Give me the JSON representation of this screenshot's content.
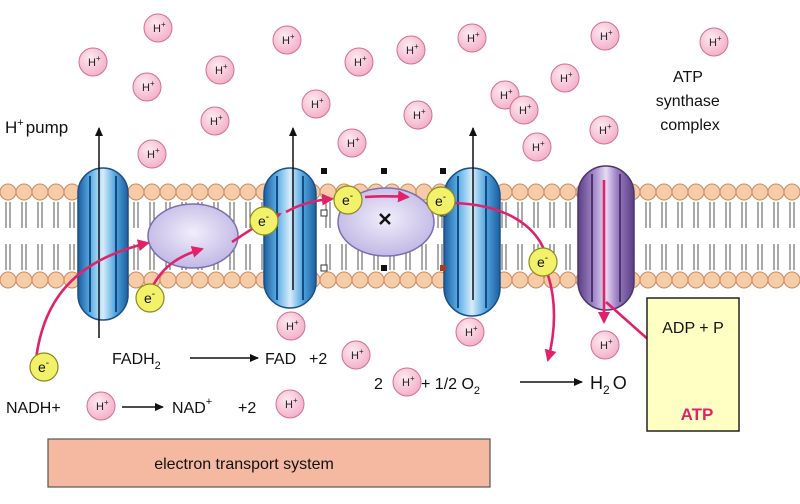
{
  "labels": {
    "h_pump_h": "H",
    "h_pump_sup": "+",
    "h_pump_word": "pump",
    "atp_synthase_1": "ATP",
    "atp_synthase_2": "synthase",
    "atp_synthase_3": "complex",
    "fadh2_main": "FADH",
    "fadh2_sub": "2",
    "fad": "FAD",
    "plus2_fad": "+2",
    "nadh": "NADH+",
    "nad_main": "NAD",
    "nad_sup": "+",
    "nad_plus2": "+2",
    "water_coef": "2",
    "water_mid": "+ 1/2 O",
    "water_o_sub": "2",
    "h2o_h": "H",
    "h2o_sub": "2",
    "h2o_o": "O",
    "adp_p": "ADP + P",
    "atp": "ATP",
    "ets_caption": "electron transport system"
  },
  "ion": {
    "h": "H",
    "sup": "+"
  },
  "electron": {
    "e": "e",
    "sup": "-"
  },
  "colors": {
    "ion_fill": "#f7c9d9",
    "electron_fill": "#f3f06a",
    "membrane_head": "#f7cba8",
    "channel_blue": "#3e95d6",
    "synthase_purple": "#8a6aae",
    "arrow_pink": "#e0226a",
    "atp_box": "#ffffc4",
    "ets_box": "#f5b9a2",
    "atp_text": "#e0226a"
  }
}
